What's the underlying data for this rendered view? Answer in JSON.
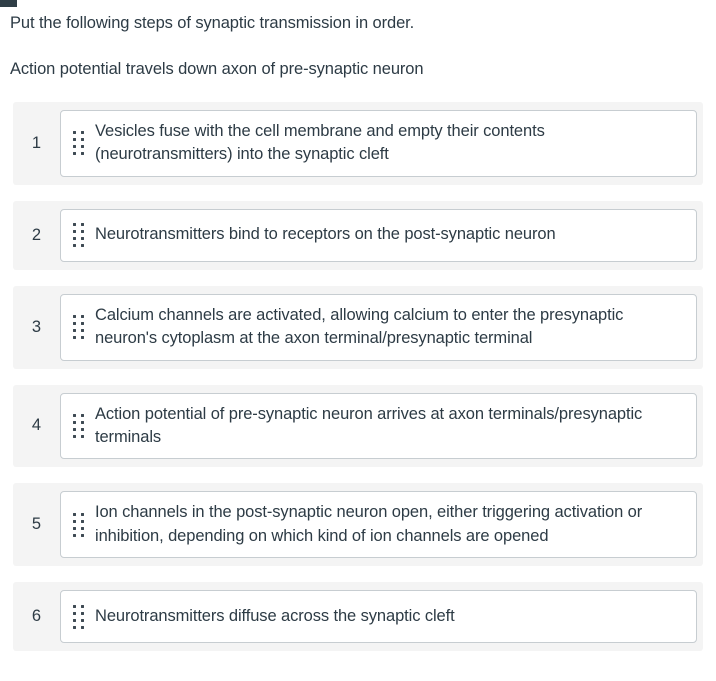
{
  "page": {
    "background_color": "#ffffff",
    "text_color": "#2d3b45",
    "row_background_color": "#f4f4f4",
    "card_border_color": "#c7cdd1",
    "corner_marker_color": "#2f3e46"
  },
  "prompt": {
    "instruction": "Put the following steps of synaptic transmission in order.",
    "context": "Action potential travels down axon of pre-synaptic neuron"
  },
  "icons": {
    "drag_handle": "drag-handle-icon"
  },
  "order_list": {
    "items": [
      {
        "index": "1",
        "text": "Vesicles fuse with the cell membrane and empty their contents (neurotransmitters) into the synaptic cleft"
      },
      {
        "index": "2",
        "text": "Neurotransmitters bind to receptors on the post-synaptic neuron"
      },
      {
        "index": "3",
        "text": "Calcium channels are activated, allowing calcium to enter the presynaptic neuron's cytoplasm at the axon terminal/presynaptic terminal"
      },
      {
        "index": "4",
        "text": "Action potential of pre-synaptic neuron arrives at axon terminals/presynaptic terminals"
      },
      {
        "index": "5",
        "text": "Ion channels in the post-synaptic neuron open, either triggering activation or inhibition, depending on which kind of ion channels are opened"
      },
      {
        "index": "6",
        "text": "Neurotransmitters diffuse across the synaptic cleft"
      }
    ]
  }
}
